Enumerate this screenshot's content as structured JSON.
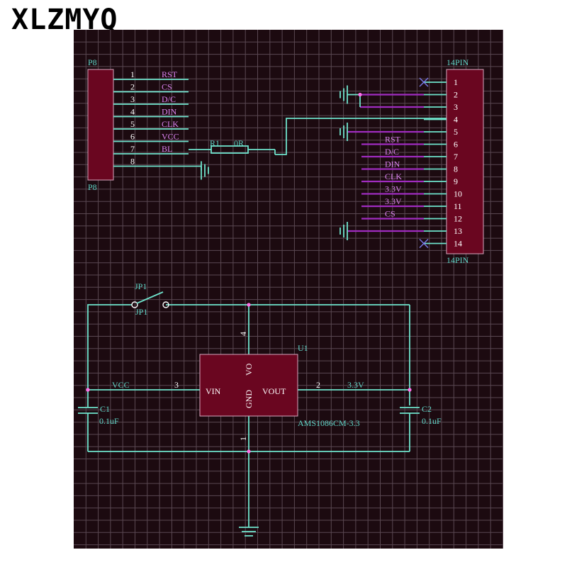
{
  "brand": "XLZMYQ",
  "colors": {
    "background": "#ffffff",
    "board": "#1c0a10",
    "grid": "#5a4852",
    "body_fill": "#6a0620",
    "body_stroke": "#d8a8c0",
    "wire": "#6fe3cc",
    "bus": "#a02cc0",
    "ref_text": "#5fd4c6",
    "net_text": "#dc84f2",
    "pin_num": "#ffffff",
    "junction": "#ff70e8",
    "no_connect": "#7a7ae8"
  },
  "p8": {
    "ref_top": "P8",
    "ref_bottom": "P8",
    "pins": [
      {
        "num": "1",
        "net": "RST"
      },
      {
        "num": "2",
        "net": "CS"
      },
      {
        "num": "3",
        "net": "D/C"
      },
      {
        "num": "4",
        "net": "DIN"
      },
      {
        "num": "5",
        "net": "CLK"
      },
      {
        "num": "6",
        "net": "VCC"
      },
      {
        "num": "7",
        "net": "BL"
      },
      {
        "num": "8",
        "net": ""
      }
    ]
  },
  "r1": {
    "ref": "R1",
    "value": "0R"
  },
  "pin14": {
    "ref_top": "14PIN",
    "ref_bottom": "14PIN",
    "pins": [
      {
        "num": "1",
        "net": ""
      },
      {
        "num": "2",
        "net": ""
      },
      {
        "num": "3",
        "net": ""
      },
      {
        "num": "4",
        "net": ""
      },
      {
        "num": "5",
        "net": ""
      },
      {
        "num": "6",
        "net": "RST"
      },
      {
        "num": "7",
        "net": "D/C"
      },
      {
        "num": "8",
        "net": "DIN"
      },
      {
        "num": "9",
        "net": "CLK"
      },
      {
        "num": "10",
        "net": "3.3V"
      },
      {
        "num": "11",
        "net": "3.3V"
      },
      {
        "num": "12",
        "net": "CS"
      },
      {
        "num": "13",
        "net": ""
      },
      {
        "num": "14",
        "net": ""
      }
    ]
  },
  "jp1": {
    "ref": "JP1",
    "ref2": "JP1"
  },
  "u1": {
    "ref": "U1",
    "part": "AMS1086CM-3.3",
    "pin_vin": "VIN",
    "pin_vout": "VOUT",
    "pin_gnd": "GND",
    "pin_vo": "VO",
    "num_vin": "3",
    "num_vout": "2",
    "num_vo": "4",
    "num_gnd": "1"
  },
  "c1": {
    "ref": "C1",
    "value": "0.1uF"
  },
  "c2": {
    "ref": "C2",
    "value": "0.1uF"
  },
  "nets": {
    "vcc": "VCC",
    "v33": "3.3V"
  }
}
